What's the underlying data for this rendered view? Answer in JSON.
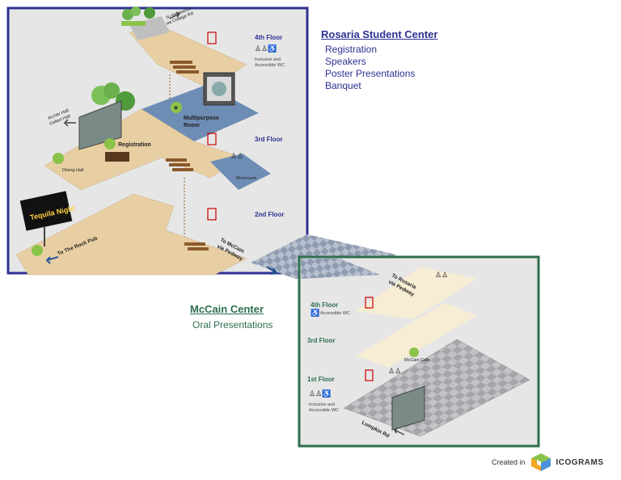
{
  "rosaria": {
    "title": "Rosaria Student Center",
    "items": [
      "Registration",
      "Speakers",
      "Poster Presentations",
      "Banquet"
    ],
    "border_color": "#2e3192"
  },
  "mccain": {
    "title": "McCain Center",
    "items": [
      "Oral Presentations"
    ],
    "border_color": "#2e6e4e"
  },
  "map": {
    "rosaria_floors": {
      "f4": "4th Floor",
      "f3": "3rd Floor",
      "f2": "2nd Floor"
    },
    "rosaria_wc_note": [
      "Inclusive and",
      "Accessible WC"
    ],
    "rooms": {
      "multipurpose": [
        "Multipurpose",
        "Room"
      ],
      "registration": "Registration",
      "dining": "Dining Hall",
      "riverroom": "Riverroom",
      "mccain_cafe": "McCain Cafe"
    },
    "directions": {
      "westwood": [
        "To Westwood",
        "via College Rd"
      ],
      "archer": [
        "Archer Hall",
        "Gellert Hall"
      ],
      "rock_pub": "To The Rock Pub",
      "to_mccain": [
        "To McCain",
        "via Pedway"
      ],
      "to_rosaria": [
        "To Rosaria",
        "via Pedway"
      ],
      "lumpkin": "Lumpkin Rd"
    },
    "sign": "Tequila Night",
    "mccain_floors": {
      "f4": "4th Floor",
      "f3": "3rd Floor",
      "f1": "1st Floor"
    },
    "mccain_f4_note": "Accessible WC",
    "mccain_wc_note": [
      "Inclusive and",
      "Accessible WC"
    ]
  },
  "credit": {
    "prefix": "Created in",
    "brand": "ICOGRAMS"
  },
  "colors": {
    "tan": "#e8cfa3",
    "blue_room": "#6d8db5",
    "grey_floor": "#a9a9ad",
    "pale": "#f7ecd4"
  }
}
